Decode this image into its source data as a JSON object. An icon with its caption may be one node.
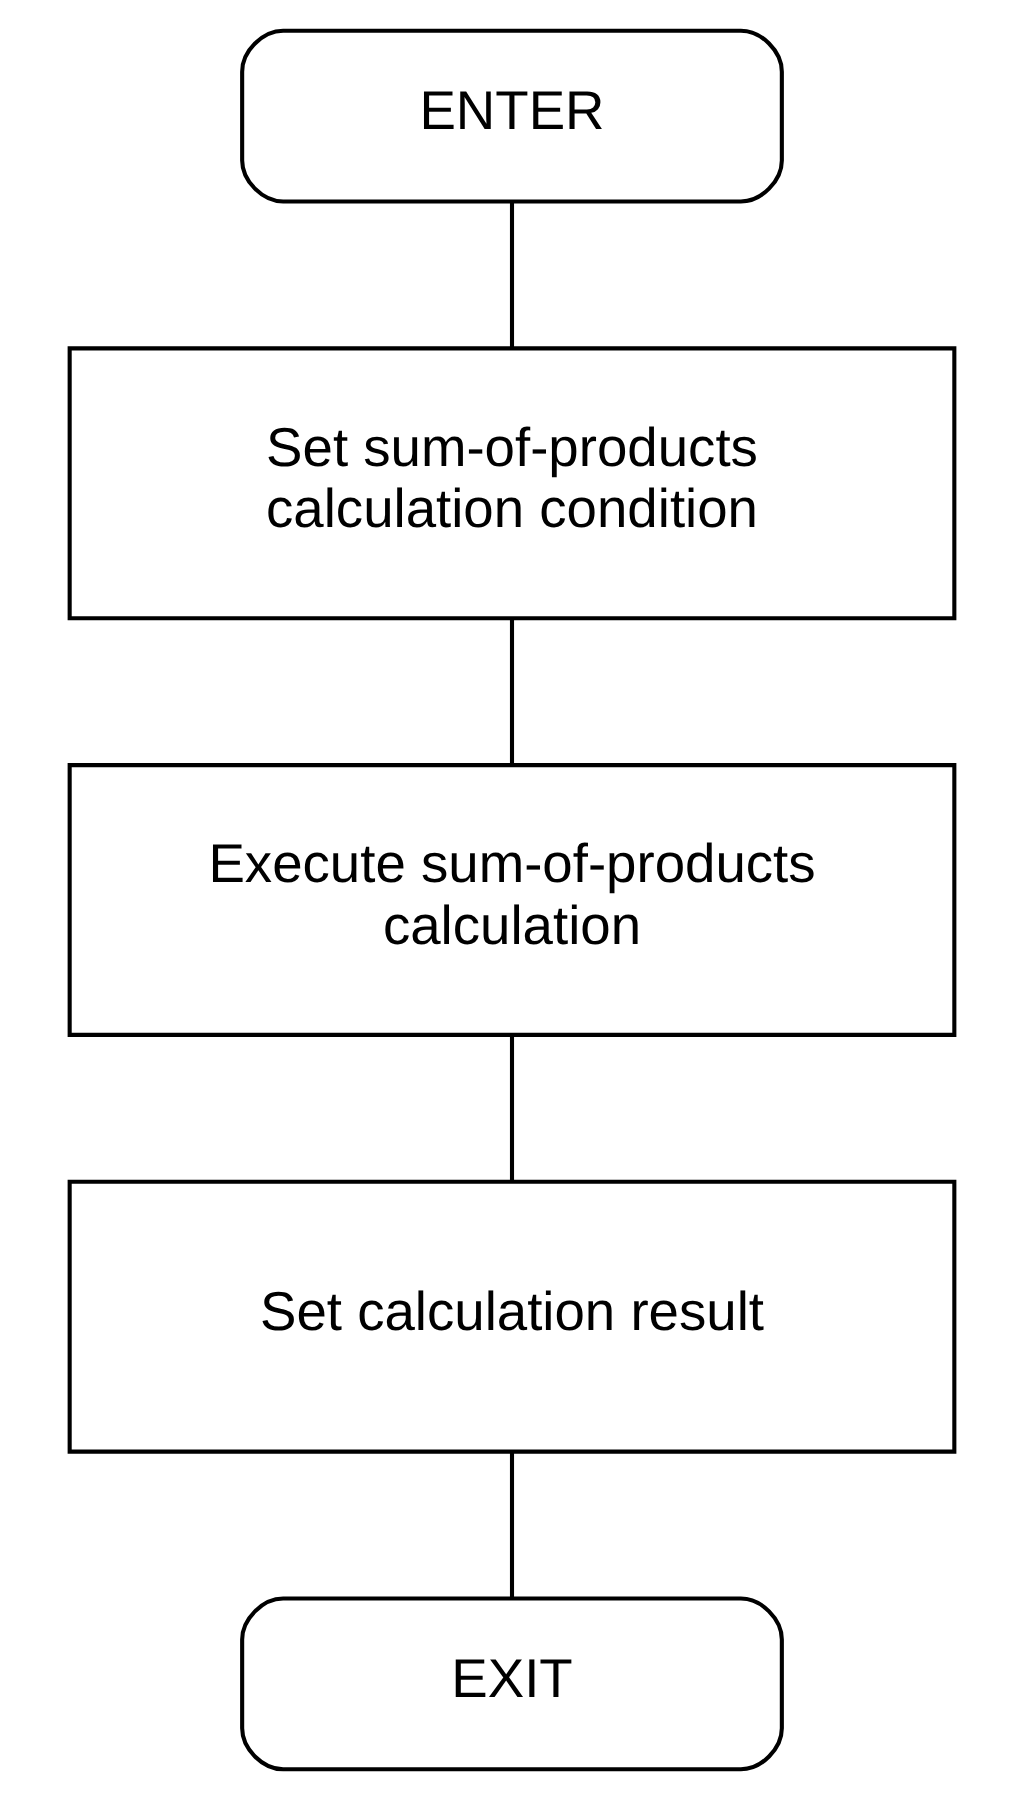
{
  "diagram": {
    "nodes": [
      {
        "text": [
          "ENTER"
        ]
      },
      {
        "text": [
          "Set sum-of-products calculation condition"
        ]
      },
      {
        "text": [
          "Execute sum-of-products calculation"
        ]
      },
      {
        "text": [
          "Set calculation result"
        ]
      },
      {
        "text": [
          "EXIT"
        ]
      }
    ],
    "edges": [
      {
        "from": 0,
        "to": 1,
        "arrow": "none"
      },
      {
        "from": 1,
        "to": 2,
        "arrow": "none"
      },
      {
        "from": 2,
        "to": 3,
        "arrow": "none"
      },
      {
        "from": 3,
        "to": 4,
        "arrow": "none"
      }
    ]
  }
}
